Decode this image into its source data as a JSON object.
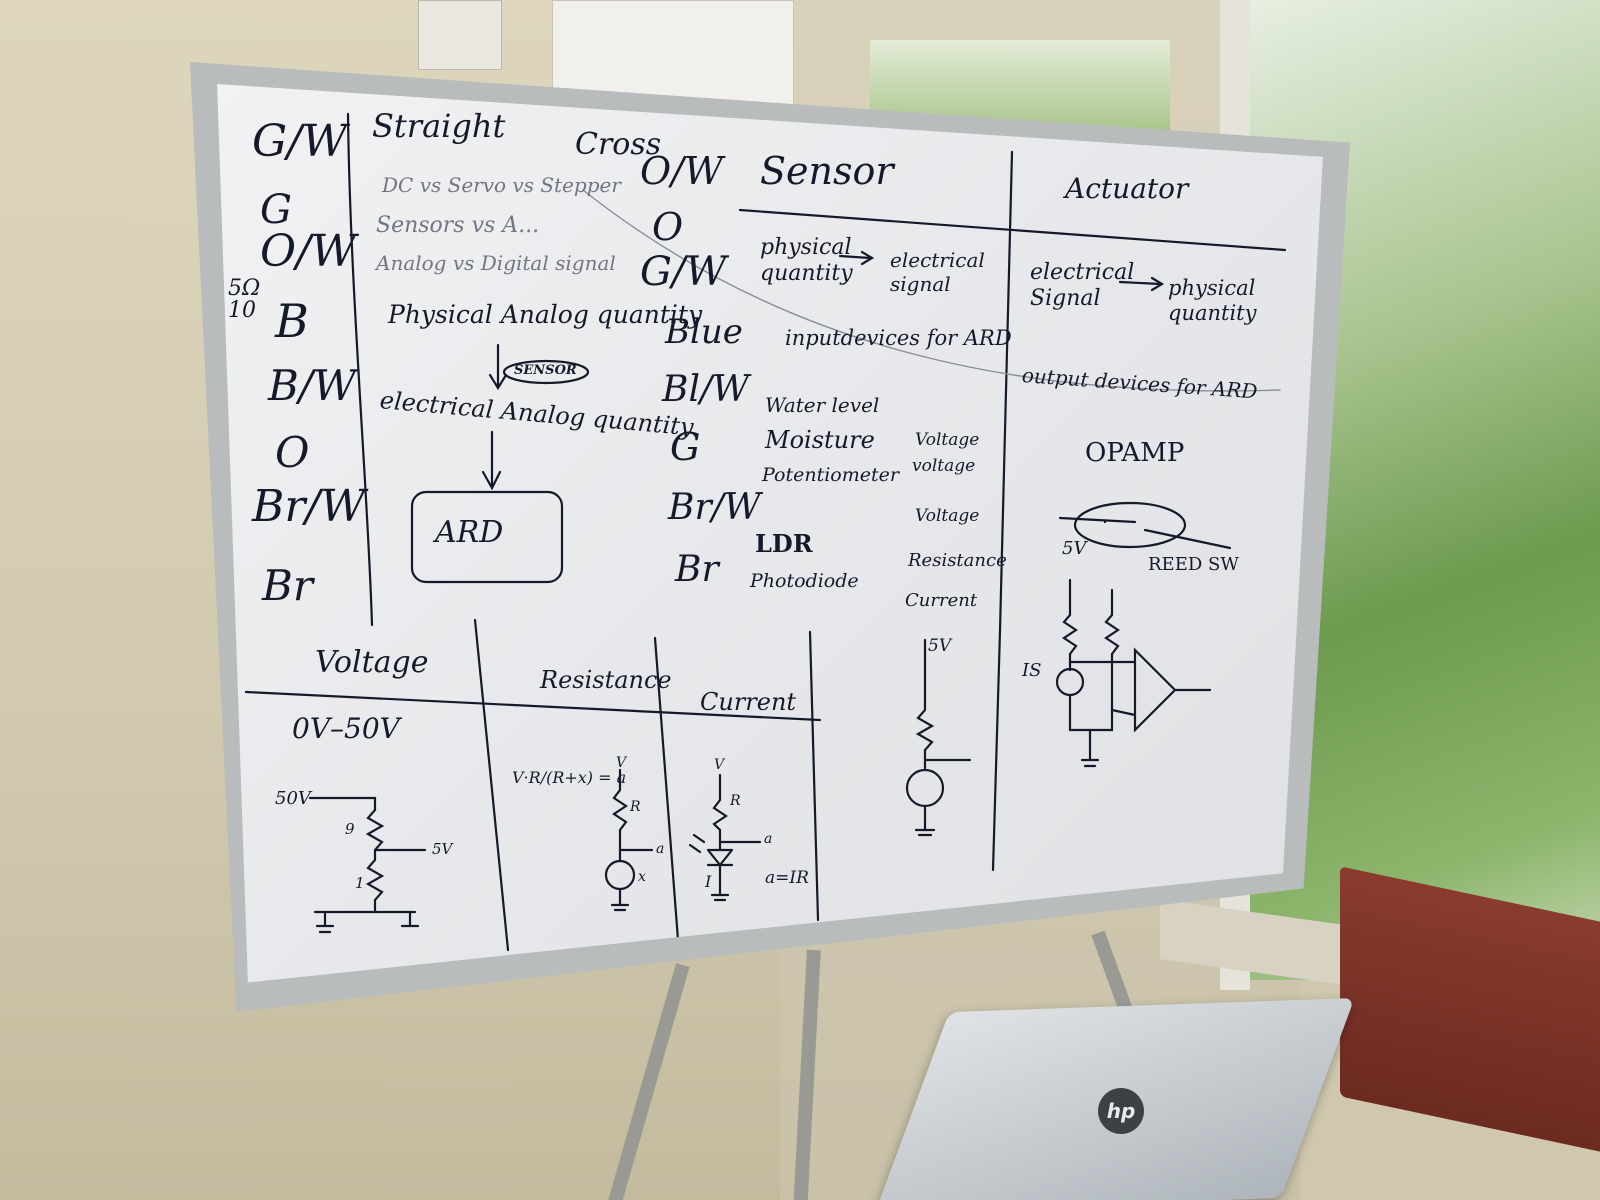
{
  "colors": {
    "ink": "#151a2a",
    "board": "#eceeef",
    "wall": "#d8d1b8"
  },
  "laptop": {
    "logo": "hp"
  },
  "whiteboard": {
    "left_column": [
      "G/W",
      "G",
      "O/W",
      "B",
      "B/W",
      "O",
      "Br/W",
      "Br"
    ],
    "left_side_note": "5Ω 10",
    "straight_heading": "Straight",
    "straight_notes": [
      "DC vs Servo vs Stepper",
      "Sensors vs A...",
      "Analog vs Digital signal"
    ],
    "cross_heading": "Cross",
    "cross_column": [
      "O/W",
      "O",
      "G/W",
      "Blue",
      "Bl/W",
      "G",
      "Br/W",
      "Br"
    ],
    "flow": {
      "line1": "Physical Analog quantity",
      "sensor_tag": "SENSOR",
      "line2": "electrical Analog quantity",
      "box": "ARD"
    },
    "sensor": {
      "heading": "Sensor",
      "def_left": "physical quantity",
      "def_right": "electrical signal",
      "input_note": "inputdevices for ARD",
      "rows": [
        {
          "name": "Water level",
          "type": ""
        },
        {
          "name": "Moisture",
          "type": "Voltage"
        },
        {
          "name": "Potentiometer",
          "type": "voltage"
        },
        {
          "name": "",
          "type": "Voltage"
        },
        {
          "name": "LDR",
          "type": "Resistance"
        },
        {
          "name": "Photodiode",
          "type": "Current"
        }
      ],
      "supply": "5V"
    },
    "actuator": {
      "heading": "Actuator",
      "def_left": "electrical Signal",
      "def_right": "physical quantity",
      "output_note": "output devices for ARD",
      "opamp": "OPAMP",
      "reed_supply": "5V",
      "reed_label": "REED SW",
      "is_label": "IS"
    },
    "bottom": {
      "voltage": {
        "heading": "Voltage",
        "range": "0V–50V",
        "left": "50V",
        "r1": "9",
        "r2": "1",
        "out": "5V"
      },
      "resistance": {
        "heading": "Resistance",
        "formula": "V·R/(R+x) = a",
        "v": "V",
        "r": "R",
        "a": "a",
        "x": "x"
      },
      "current": {
        "heading": "Current",
        "v": "V",
        "r": "R",
        "a": "a",
        "i": "I",
        "formula": "a=IR"
      }
    }
  }
}
